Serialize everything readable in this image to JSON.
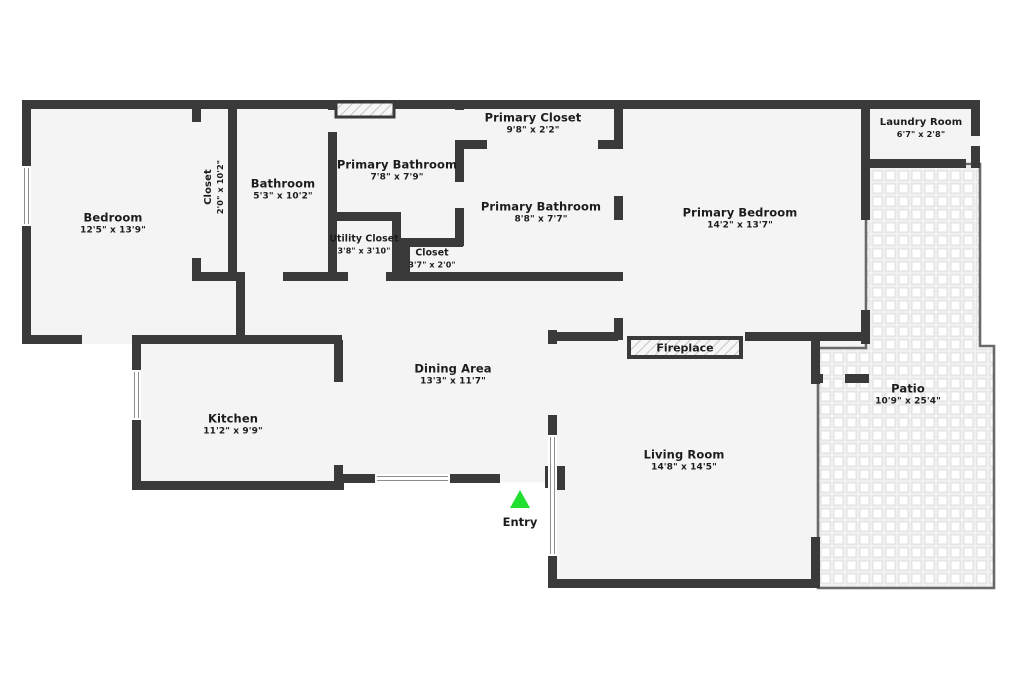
{
  "plan": {
    "type": "floor-plan",
    "background_color": "#ffffff",
    "wall_color": "#3a3a3a",
    "room_fill_color": "#f4f4f4",
    "patio_fill_color": "#ffffff",
    "patio_tile_color": "#e8e8e8",
    "entry_marker_color": "#22e032",
    "text_color": "#1c1c1c"
  },
  "rooms": [
    {
      "id": "bedroom",
      "name": "Bedroom",
      "dimensions": "12'5\" x 13'9\""
    },
    {
      "id": "closet-bedroom",
      "name": "Closet",
      "dimensions": "2'0\" x 10'2\"",
      "orientation": "vertical"
    },
    {
      "id": "bathroom",
      "name": "Bathroom",
      "dimensions": "5'3\" x 10'2\""
    },
    {
      "id": "primary-bathroom-1",
      "name": "Primary Bathroom",
      "dimensions": "7'8\" x 7'9\""
    },
    {
      "id": "primary-bathroom-2",
      "name": "Primary Bathroom",
      "dimensions": "8'8\" x 7'7\""
    },
    {
      "id": "primary-closet",
      "name": "Primary Closet",
      "dimensions": "9'8\" x 2'2\""
    },
    {
      "id": "utility-closet",
      "name": "Utility Closet",
      "dimensions": "3'8\" x 3'10\""
    },
    {
      "id": "closet-hall",
      "name": "Closet",
      "dimensions": "3'7\" x 2'0\""
    },
    {
      "id": "primary-bedroom",
      "name": "Primary Bedroom",
      "dimensions": "14'2\" x 13'7\""
    },
    {
      "id": "laundry-room",
      "name": "Laundry Room",
      "dimensions": "6'7\" x 2'8\""
    },
    {
      "id": "kitchen",
      "name": "Kitchen",
      "dimensions": "11'2\" x 9'9\""
    },
    {
      "id": "dining-area",
      "name": "Dining Area",
      "dimensions": "13'3\" x 11'7\""
    },
    {
      "id": "living-room",
      "name": "Living Room",
      "dimensions": "14'8\" x 14'5\""
    },
    {
      "id": "patio",
      "name": "Patio",
      "dimensions": "10'9\" x 25'4\""
    }
  ],
  "features": [
    {
      "id": "fireplace",
      "name": "Fireplace"
    }
  ],
  "markers": [
    {
      "id": "entry",
      "name": "Entry",
      "icon": "triangle-up-marker",
      "color": "#22e032"
    }
  ]
}
